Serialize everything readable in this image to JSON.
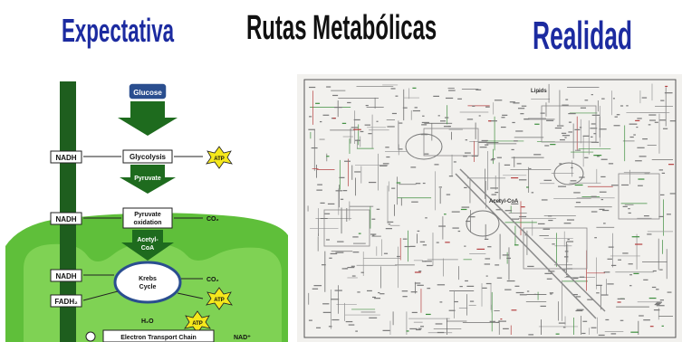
{
  "header": {
    "left_title": "Expectativa",
    "center_title": "Rutas Metabólicas",
    "right_title": "Realidad"
  },
  "left_diagram": {
    "glucose": "Glucose",
    "glycolysis": "Glycolysis",
    "pyruvate": "Pyruvate",
    "pyruvate_oxidation_1": "Pyruvate",
    "pyruvate_oxidation_2": "oxidation",
    "acetyl_coa_1": "Acetyl-",
    "acetyl_coa_2": "CoA",
    "krebs_1": "Krebs",
    "krebs_2": "Cycle",
    "nadh": "NADH",
    "fadh2": "FADH₂",
    "co2": "CO₂",
    "atp": "ATP",
    "h2o": "H₂O",
    "etc": "Electron Transport Chain",
    "nad_plus": "NAD⁺"
  },
  "right_diagram": {
    "lipids_label": "Lipids",
    "acetyl_label": "Acetyl-CoA"
  },
  "colors": {
    "title_blue": "#1c2ba0",
    "title_black": "#111111",
    "mito_green": "#5fbf3a",
    "dark_green": "#1e5e1e",
    "atp_yellow": "#f5e81c"
  }
}
